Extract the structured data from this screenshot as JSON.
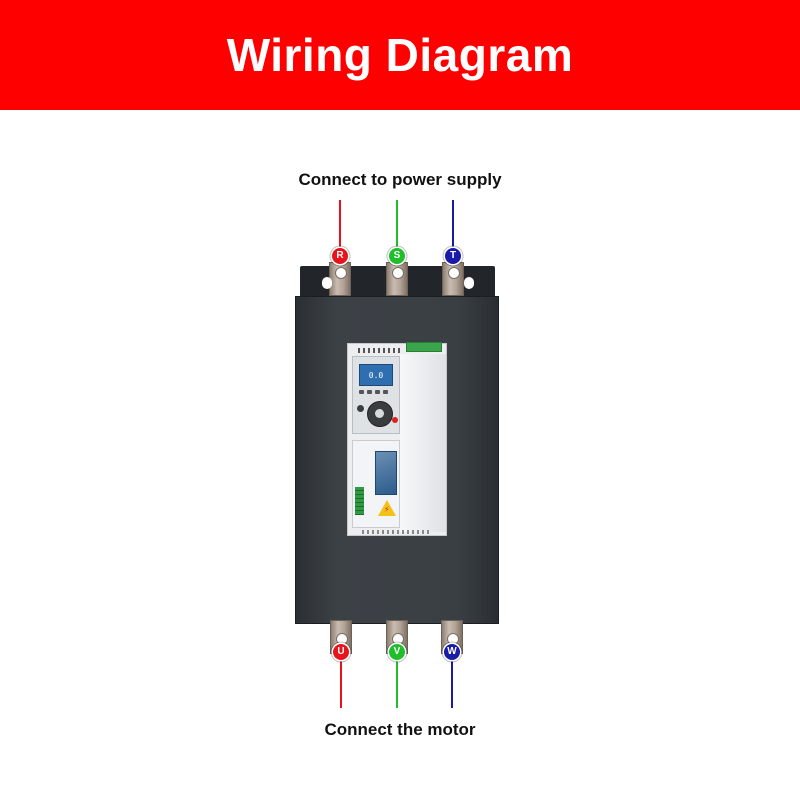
{
  "header": {
    "title": "Wiring Diagram"
  },
  "captions": {
    "top": "Connect to power supply",
    "bottom": "Connect the motor"
  },
  "input_terminals": [
    {
      "label": "R",
      "color": "#e8141b"
    },
    {
      "label": "S",
      "color": "#1fbe2b"
    },
    {
      "label": "T",
      "color": "#1a1aa8"
    }
  ],
  "output_terminals": [
    {
      "label": "U",
      "color": "#e8141b"
    },
    {
      "label": "V",
      "color": "#1fbe2b"
    },
    {
      "label": "W",
      "color": "#1a1aa8"
    }
  ],
  "device": {
    "display_reading": "0.0"
  },
  "colors": {
    "banner": "#ff0000",
    "banner_text": "#ffffff",
    "housing": "#3a3f44"
  }
}
